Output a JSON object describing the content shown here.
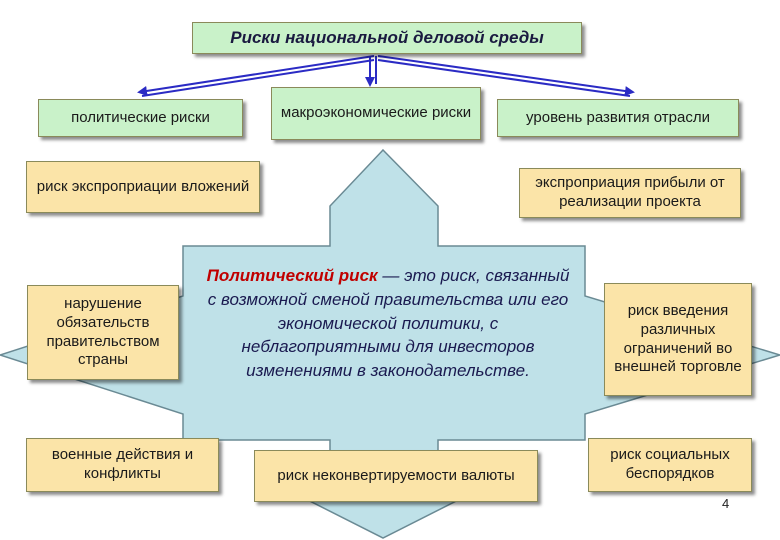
{
  "title": "Риски национальной деловой среды",
  "categories": {
    "political": "политические риски",
    "macroeconomic": "макроэкономические риски",
    "industry": "уровень развития отрасли"
  },
  "risks": {
    "expropriation_investments": "риск экспроприации вложений",
    "expropriation_profit": "экспроприация прибыли от реализации проекта",
    "obligation_breach": "нарушение обязательств правительством страны",
    "military": "военные действия и конфликты",
    "inconvertibility": "риск неконвертируемости валюты",
    "restrictions": "риск введения различных ограничений во внешней торговле",
    "social_unrest": "риск социальных беспорядков"
  },
  "definition": {
    "term": "Политический риск",
    "text": " — это риск, связанный с возможной сменой правительства или его экономической политики, с неблагоприятными для инвесторов изменениями в законодательстве."
  },
  "page_number": "4",
  "colors": {
    "green_box": "#c9f2c9",
    "tan_box": "#fbe4a8",
    "cross_fill": "#bfe1e8",
    "arrow_blue": "#2b2bc4",
    "highlight_red": "#c00000"
  }
}
